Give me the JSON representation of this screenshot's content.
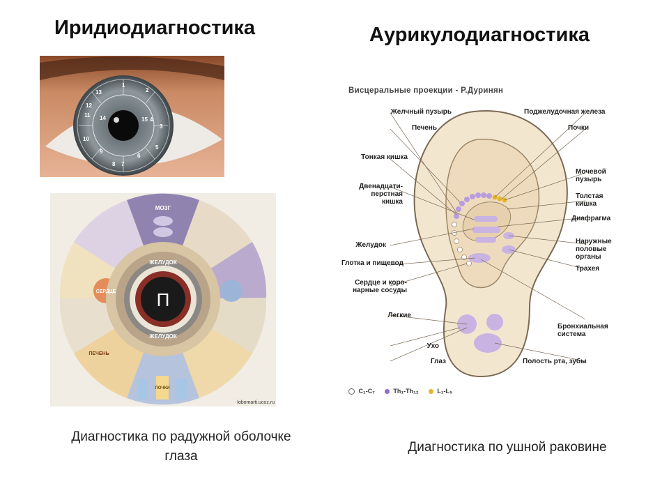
{
  "left": {
    "title": "Иридиодиагностика",
    "eye_numbers": [
      "1",
      "2",
      "3",
      "4",
      "5",
      "6",
      "7",
      "8",
      "9",
      "10",
      "11",
      "12",
      "13",
      "14",
      "15"
    ],
    "chart_center": "П",
    "chart_ring": [
      "ЖЕЛУДОК",
      "ЖЕЛУДОК"
    ],
    "chart_sectors": [
      "МОЗГ",
      "СЕРДЦЕ",
      "ПЕЧЕНЬ",
      "ПОЧКИ"
    ],
    "watermark": "lobomarti.ucoz.ru",
    "caption_line1": "Диагностика по радужной оболочке",
    "caption_line2": "глаза"
  },
  "right": {
    "title": "Аурикулодиагностика",
    "diagram_title": "Висцеральные проекции - Р.Дуринян",
    "labels_left": [
      "Желчный пузырь",
      "Печень",
      "Тонкая кишка",
      "Двенадцати-",
      "перстная",
      "кишка",
      "Желудок",
      "Глотка и пищевод",
      "Сердце и коро-",
      "нарные сосуды",
      "Легкие",
      "Ухо",
      "Глаз"
    ],
    "labels_right": [
      "Поджелудочная железа",
      "Почки",
      "Мочевой",
      "пузырь",
      "Толстая",
      "кишка",
      "Диафрагма",
      "Наружные",
      "половые",
      "органы",
      "Трахея",
      "Бронхиальная",
      "система",
      "Полость рта, зубы"
    ],
    "legend": [
      "C₁-C₇",
      "Th₁-Th₁₂",
      "L₁-L₅"
    ],
    "legend_colors": [
      "#ffffff",
      "#8b6fc9",
      "#e3b42c"
    ],
    "caption": "Диагностика по ушной раковине"
  }
}
